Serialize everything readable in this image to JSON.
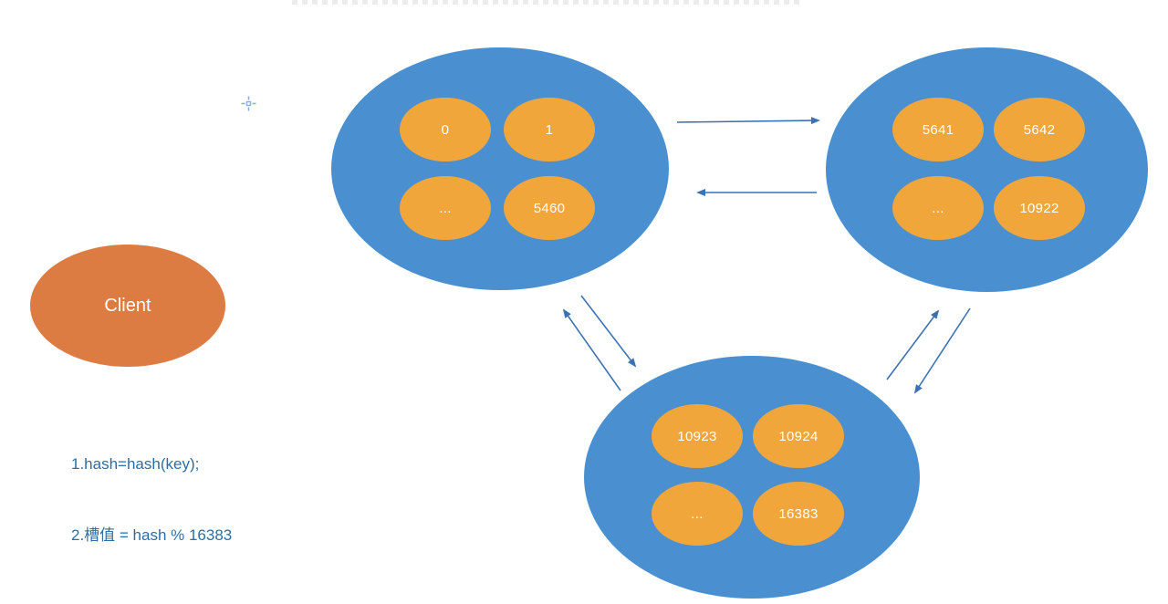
{
  "diagram": {
    "title_hint": "redis-cluster-hash-slots-diagram",
    "client": {
      "label": "Client"
    },
    "note": {
      "line1": "1.hash=hash(key);",
      "line2": "2.槽值 = hash % 16383"
    },
    "nodes": [
      {
        "name": "node-slots-0-5460",
        "slots": [
          "0",
          "1",
          "...",
          "5460"
        ]
      },
      {
        "name": "node-slots-5641-10922",
        "slots": [
          "5641",
          "5642",
          "...",
          "10922"
        ]
      },
      {
        "name": "node-slots-10923-16383",
        "slots": [
          "10923",
          "10924",
          "...",
          "16383"
        ]
      }
    ],
    "icons": {
      "crosshair": "anchor-crosshair"
    },
    "colors": {
      "node_fill": "#4a90d1",
      "slot_fill": "#f1a63c",
      "client_fill": "#dc7b42",
      "arrow": "#3c72b2",
      "note_text": "#2e6da4",
      "slot_text": "#ffffff"
    }
  }
}
